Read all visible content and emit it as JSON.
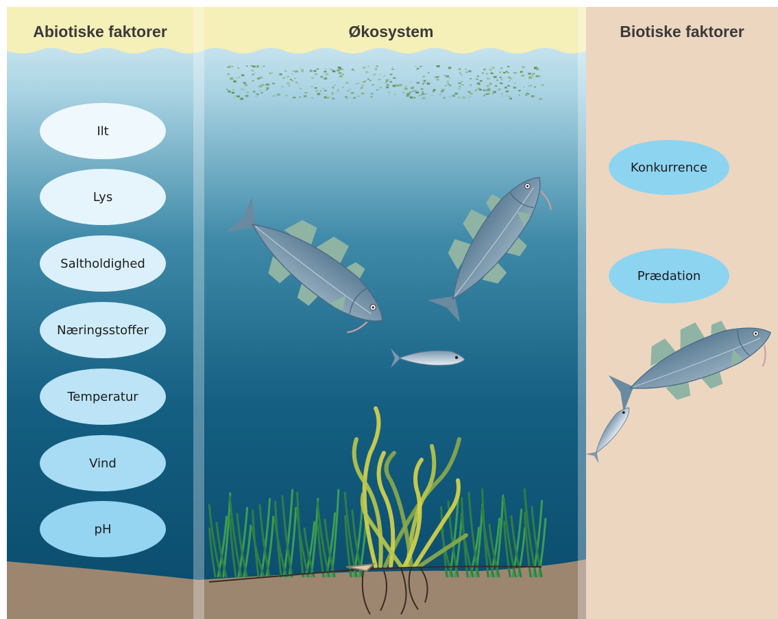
{
  "headers": {
    "abiotic": "Abiotiske faktorer",
    "ecosystem": "Økosystem",
    "biotic": "Biotiske faktorer"
  },
  "abiotic_factors": [
    {
      "label": "Ilt",
      "color": "#eef8fd"
    },
    {
      "label": "Lys",
      "color": "#e6f5fc"
    },
    {
      "label": "Saltholdighed",
      "color": "#dbf0fa"
    },
    {
      "label": "Næringsstoffer",
      "color": "#cdebf8"
    },
    {
      "label": "Temperatur",
      "color": "#bce4f6"
    },
    {
      "label": "Vind",
      "color": "#a8dcf4"
    },
    {
      "label": "pH",
      "color": "#95d5f2"
    }
  ],
  "biotic_factors": [
    {
      "label": "Konkurrence"
    },
    {
      "label": "Prædation"
    }
  ],
  "colors": {
    "water_top": "#d4ecf4",
    "water_bottom": "#0a4d6e",
    "surface": "#f5efb8",
    "sediment": "#9c8670",
    "biotic_panel": "#ecd6c0",
    "fish": "#5e7f97",
    "fin": "#8fb4a4"
  },
  "icons": [
    "fish-icon",
    "herring-icon",
    "seagrass-icon",
    "plankton-icon"
  ]
}
